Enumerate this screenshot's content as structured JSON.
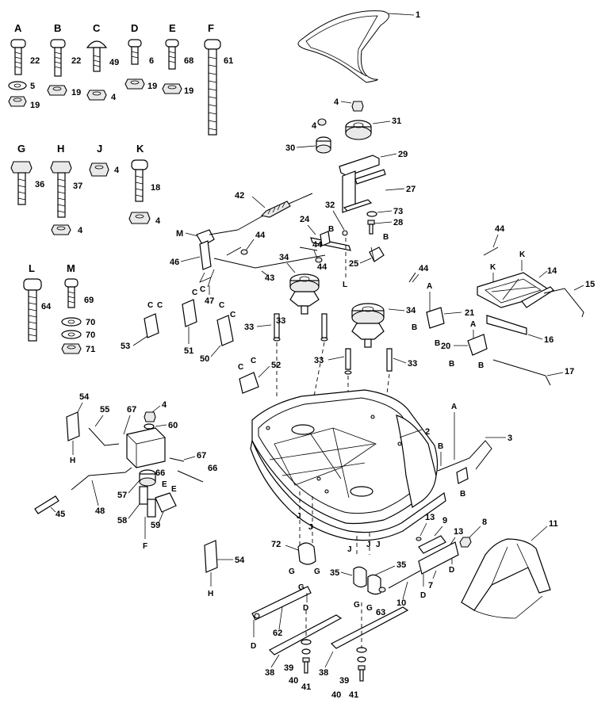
{
  "hardware": {
    "A": {
      "letter": "A",
      "bolt": "22",
      "washer": "5",
      "nut": "19"
    },
    "B": {
      "letter": "B",
      "bolt": "22",
      "nut": "19"
    },
    "C": {
      "letter": "C",
      "bolt": "49",
      "nut": "4"
    },
    "D": {
      "letter": "D",
      "bolt": "6",
      "nut": "19"
    },
    "E": {
      "letter": "E",
      "bolt": "68",
      "nut": "19"
    },
    "F": {
      "letter": "F",
      "bolt": "61"
    },
    "G": {
      "letter": "G",
      "bolt": "36"
    },
    "H": {
      "letter": "H",
      "bolt": "37",
      "nut": "4"
    },
    "J": {
      "letter": "J",
      "nut": "4"
    },
    "K": {
      "letter": "K",
      "bolt": "18",
      "nut": "4"
    },
    "L": {
      "letter": "L",
      "bolt": "64"
    },
    "M": {
      "letter": "M",
      "bolt": "69",
      "washer1": "70",
      "washer2": "70",
      "nut": "71"
    }
  },
  "callouts": {
    "belt": "1",
    "deck": "2",
    "bracket_front": "3",
    "nut_top": "4",
    "nut_left": "4",
    "idler_pulley": "31",
    "spacer": "30",
    "bracket_29": "29",
    "bracket_27": "27",
    "washer_73": "73",
    "bolt_28": "28",
    "cable": "42",
    "pin_32": "32",
    "link_24": "24",
    "letter_b_24": "B",
    "letter_b_25": "B",
    "part_25": "25",
    "letter_l_top": "L",
    "letter_m": "M",
    "part_46": "46",
    "part_44_a": "44",
    "part_44_b": "44",
    "part_44_c": "44",
    "part_44_d": "44",
    "spindle_34_a": "34",
    "spindle_34_b": "34",
    "rod_43": "43",
    "spring_47": "47",
    "letter_k_a": "K",
    "letter_k_b": "K",
    "bracket_14": "14",
    "rod_15": "15",
    "rod_16": "16",
    "rod_17": "17",
    "letter_a_21": "A",
    "part_21": "21",
    "letter_b_21a": "B",
    "letter_b_21b": "B",
    "part_20": "20",
    "letter_a_20": "A",
    "letter_b_20a": "B",
    "letter_b_20b": "B",
    "part_33_a": "33",
    "part_33_b": "33",
    "part_33_c": "33",
    "part_33_d": "33",
    "bracket_53": "53",
    "bracket_51": "51",
    "bracket_50": "50",
    "bracket_52": "52",
    "c1": "C",
    "c2": "C",
    "c3": "C",
    "c4": "C",
    "c5": "C",
    "c6": "C",
    "c7": "C",
    "c8": "C",
    "part_54_a": "54",
    "part_55": "55",
    "part_67_a": "67",
    "part_4_mid": "4",
    "part_60": "60",
    "part_67_b": "67",
    "part_66_a": "66",
    "part_66_b": "66",
    "part_57": "57",
    "letter_e_a": "E",
    "letter_e_b": "E",
    "part_48": "48",
    "part_45": "45",
    "part_58": "58",
    "part_59": "59",
    "letter_f": "F",
    "letter_h_a": "H",
    "letter_h_b": "H",
    "part_54_b": "54",
    "letter_a_deck": "A",
    "letter_b_deck_a": "B",
    "letter_b_deck_b": "B",
    "part_13_a": "13",
    "part_13_b": "13",
    "part_9": "9",
    "part_8": "8",
    "part_11": "11",
    "part_72": "72",
    "letter_g_a": "G",
    "letter_g_b": "G",
    "letter_g_c": "G",
    "letter_g_d": "G",
    "letter_g_e": "G",
    "part_35_a": "35",
    "part_35_b": "35",
    "part_63": "63",
    "part_10": "10",
    "part_7": "7",
    "letter_d_a": "D",
    "letter_d_b": "D",
    "letter_d_c": "D",
    "letter_d_d": "D",
    "letter_j_a": "J",
    "letter_j_b": "J",
    "letter_j_c": "J",
    "letter_j_d": "J",
    "letter_j_e": "J",
    "part_62": "62",
    "blade_38_a": "38",
    "blade_38_b": "38",
    "part_39_a": "39",
    "part_39_b": "39",
    "part_40_a": "40",
    "part_40_b": "40",
    "bolt_41_a": "41",
    "bolt_41_b": "41"
  }
}
